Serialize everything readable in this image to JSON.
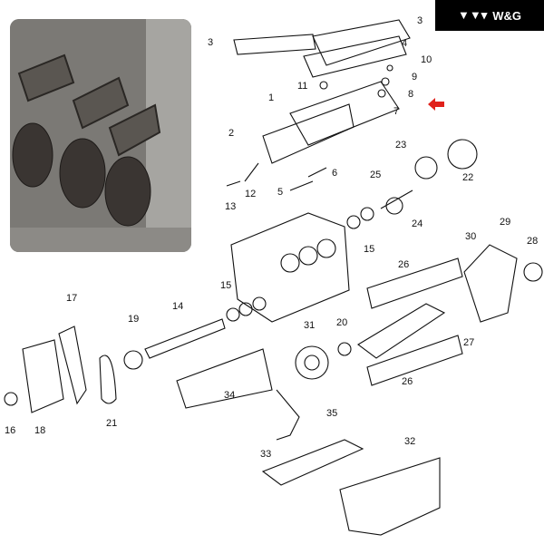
{
  "logo": {
    "brand": "W&G"
  },
  "callouts": [
    "1",
    "2",
    "3",
    "3",
    "4",
    "5",
    "6",
    "7",
    "8",
    "9",
    "10",
    "11",
    "12",
    "13",
    "14",
    "15",
    "15",
    "16",
    "17",
    "18",
    "19",
    "20",
    "21",
    "22",
    "23",
    "24",
    "25",
    "26",
    "26",
    "27",
    "28",
    "29",
    "30",
    "31",
    "32",
    "33",
    "34",
    "35"
  ],
  "highlight_color": "#e0211b"
}
